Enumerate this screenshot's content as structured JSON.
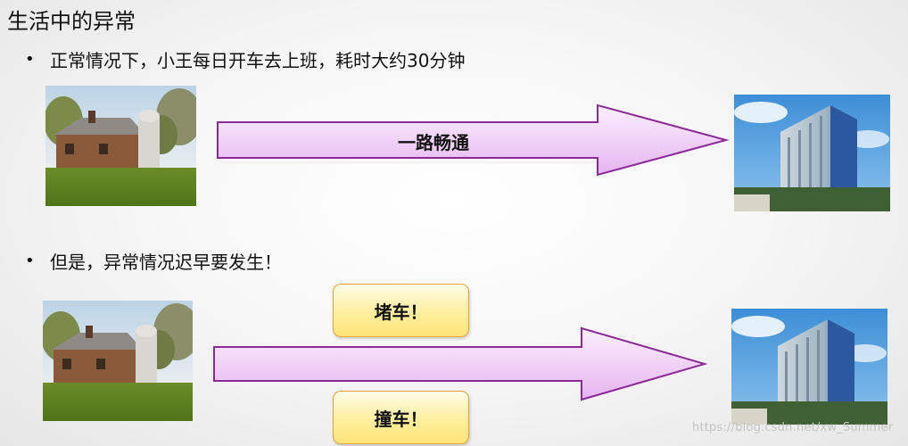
{
  "slide": {
    "title": "生活中的异常",
    "bullet_symbol": "•",
    "bullets": [
      "正常情况下，小王每日开车去上班，耗时大约30分钟",
      "但是，异常情况迟早要发生！"
    ]
  },
  "arrow_label": "一路畅通",
  "callouts": [
    "堵车！",
    "撞车！"
  ],
  "watermark": "https://blog.csdn.net/xw_Summer",
  "colors": {
    "arrow_fill_light": "#f7e3fb",
    "arrow_fill_dark": "#e7b8f2",
    "arrow_stroke": "#8b2a96",
    "callout_border": "#e8a33a",
    "callout_fill": "#ffef9e"
  },
  "images": [
    "farm-photo",
    "farm-photo",
    "office-building-photo",
    "office-building-photo"
  ]
}
